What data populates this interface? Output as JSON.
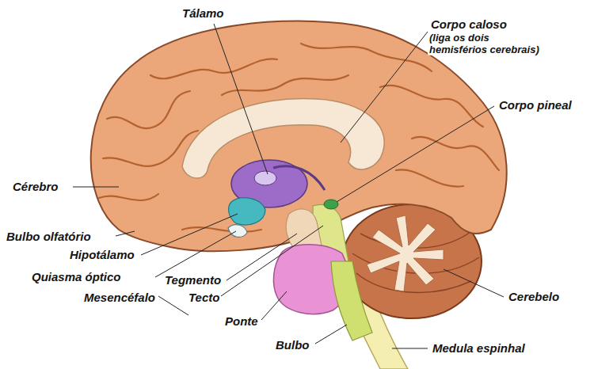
{
  "diagram": {
    "labels": [
      "Tálamo",
      "Corpo caloso",
      "(liga os dois hemisférios cerebrais)",
      "Corpo pineal",
      "Cérebro",
      "Bulbo olfatório",
      "Hipotálamo",
      "Quiasma óptico",
      "Tegmento",
      "Mesencéfalo",
      "Tecto",
      "Ponte",
      "Cerebelo",
      "Bulbo",
      "Medula espinhal"
    ]
  }
}
